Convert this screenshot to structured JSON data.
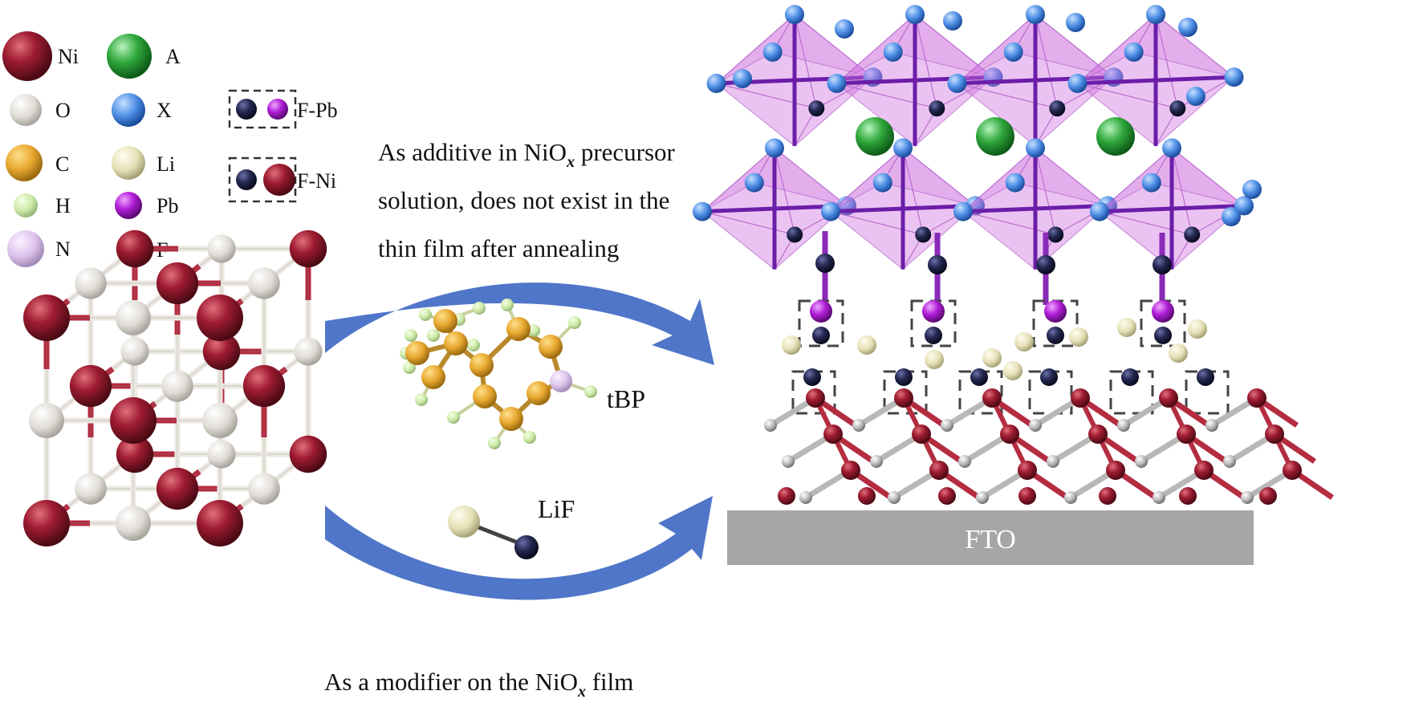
{
  "legend": {
    "items": [
      {
        "symbol": "Ni",
        "color": "#a01c32"
      },
      {
        "symbol": "O",
        "color": "#e6e2dc"
      },
      {
        "symbol": "C",
        "color": "#e8a830"
      },
      {
        "symbol": "H",
        "color": "#cdeaa8"
      },
      {
        "symbol": "N",
        "color": "#dcc2ec"
      },
      {
        "symbol": "A",
        "color": "#2fa83c"
      },
      {
        "symbol": "X",
        "color": "#4f90e6"
      },
      {
        "symbol": "Li",
        "color": "#e6e0b6"
      },
      {
        "symbol": "Pb",
        "color": "#b11ed8"
      },
      {
        "symbol": "F",
        "color": "#23274f"
      }
    ],
    "pairs": [
      {
        "label": "F-Pb",
        "colors": [
          "#23274f",
          "#b11ed8"
        ]
      },
      {
        "label": "F-Ni",
        "colors": [
          "#23274f",
          "#a01c32"
        ]
      }
    ]
  },
  "annotations": {
    "top_line1_pre": "As additive in NiO",
    "top_line1_sub": "x",
    "top_line1_post": " precursor",
    "top_line2": "solution, does not exist in the",
    "top_line3": "thin film after annealing",
    "bottom_pre": "As a modifier on the NiO",
    "bottom_sub": "x",
    "bottom_post": " film",
    "molecule_tbp": "tBP",
    "molecule_lif": "LiF"
  },
  "substrate": {
    "label": "FTO"
  },
  "colors": {
    "ni": "#a01c32",
    "o": "#e6e2dc",
    "arrow": "#4f76c8",
    "octahedron": "#d070e0",
    "substrate": "#a6a6a6",
    "box": "#444444"
  }
}
